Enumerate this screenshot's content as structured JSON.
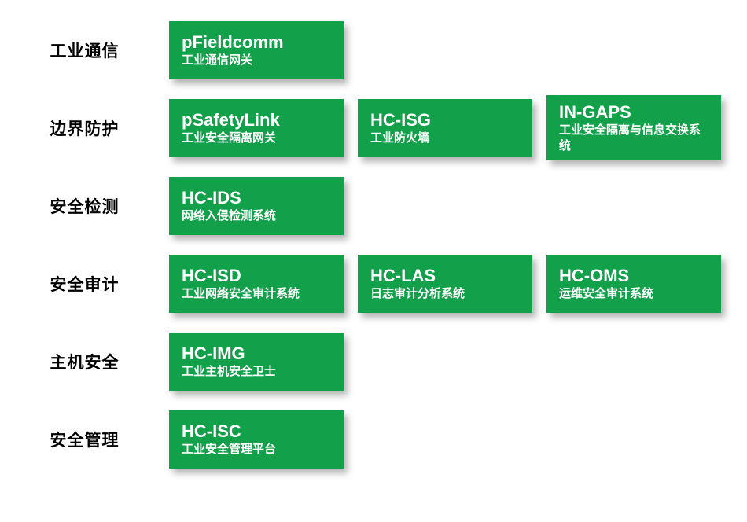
{
  "colors": {
    "card_green": "#12A04A",
    "card_text": "#FFFFFF",
    "label_text": "#000000",
    "background": "#FFFFFF"
  },
  "rows": [
    {
      "label": "工业通信",
      "cards": [
        {
          "title": "pFieldcomm",
          "subtitle": "工业通信网关"
        }
      ]
    },
    {
      "label": "边界防护",
      "cards": [
        {
          "title": "pSafetyLink",
          "subtitle": "工业安全隔离网关"
        },
        {
          "title": "HC-ISG",
          "subtitle": "工业防火墙"
        },
        {
          "title": "IN-GAPS",
          "subtitle": "工业安全隔离与信息交换系统"
        }
      ]
    },
    {
      "label": "安全检测",
      "cards": [
        {
          "title": "HC-IDS",
          "subtitle": "网络入侵检测系统"
        }
      ]
    },
    {
      "label": "安全审计",
      "cards": [
        {
          "title": "HC-ISD",
          "subtitle": "工业网络安全审计系统"
        },
        {
          "title": "HC-LAS",
          "subtitle": "日志审计分析系统"
        },
        {
          "title": "HC-OMS",
          "subtitle": "运维安全审计系统"
        }
      ]
    },
    {
      "label": "主机安全",
      "cards": [
        {
          "title": "HC-IMG",
          "subtitle": "工业主机安全卫士"
        }
      ]
    },
    {
      "label": "安全管理",
      "cards": [
        {
          "title": "HC-ISC",
          "subtitle": "工业安全管理平台"
        }
      ]
    }
  ]
}
